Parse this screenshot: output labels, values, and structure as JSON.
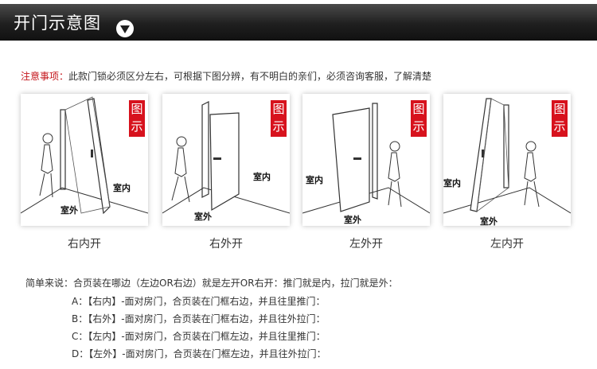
{
  "header": {
    "title": "开门示意图",
    "icon": "down-arrow-circle-icon"
  },
  "notice": {
    "label": "注意事项：",
    "text": "此款门锁必须区分左右，可根据下图分辨，有不明白的亲们，必须咨询客服，了解清楚"
  },
  "panels": [
    {
      "badge": [
        "图",
        "示"
      ],
      "indoor": "室内",
      "outdoor": "室外",
      "caption": "右内开"
    },
    {
      "badge": [
        "图",
        "示"
      ],
      "indoor": "室内",
      "outdoor": "室外",
      "caption": "右外开"
    },
    {
      "badge": [
        "图",
        "示"
      ],
      "indoor": "室内",
      "outdoor": "室外",
      "caption": "左外开"
    },
    {
      "badge": [
        "图",
        "示"
      ],
      "indoor": "室内",
      "outdoor": "室外",
      "caption": "左内开"
    }
  ],
  "summary": "简单来说：合页装在哪边（左边OR右边）就是左开OR右开：推门就是内，拉门就是外：",
  "rules": [
    "A：【右内】-面对房门，合页装在门框右边，并且往里推门：",
    "B：【右外】-面对房门，合页装在门框右边，并且往外拉门：",
    "C：【左内】-面对房门，合页装在门框左边，并且往里推门：",
    "D：【左外】-面对房门，合页装在门框左边，并且往外拉门："
  ],
  "colors": {
    "accent": "#d7121d",
    "header": "#1f1f1f"
  }
}
